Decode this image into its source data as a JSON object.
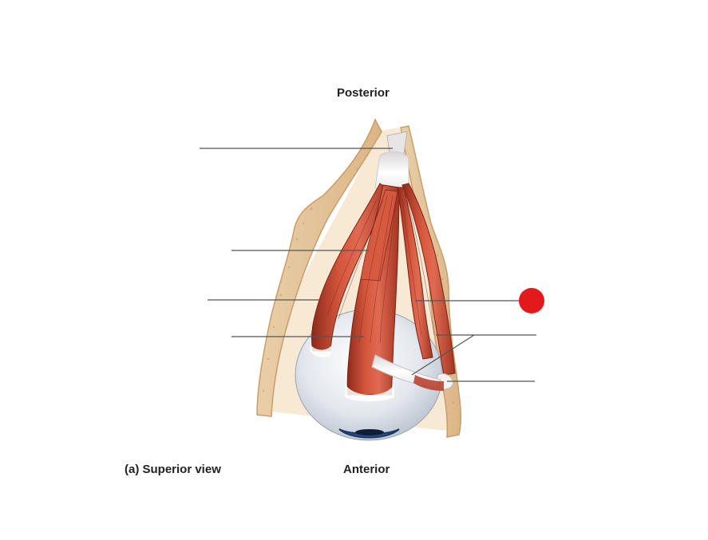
{
  "figure": {
    "orientation_top": "Posterior",
    "orientation_bottom": "Anterior",
    "caption": "(a) Superior view"
  },
  "colors": {
    "background": "#ffffff",
    "bone": "#e7c9a0",
    "bone_edge": "#c99d6a",
    "muscle": "#c4452f",
    "muscle_dark": "#8e2a1c",
    "muscle_light": "#e57a62",
    "tendon": "#f3f1f2",
    "eyeball": "#dfe4ea",
    "iris": "#2b4f86",
    "leader_line": "#555555",
    "marker": "#e4191c"
  }
}
